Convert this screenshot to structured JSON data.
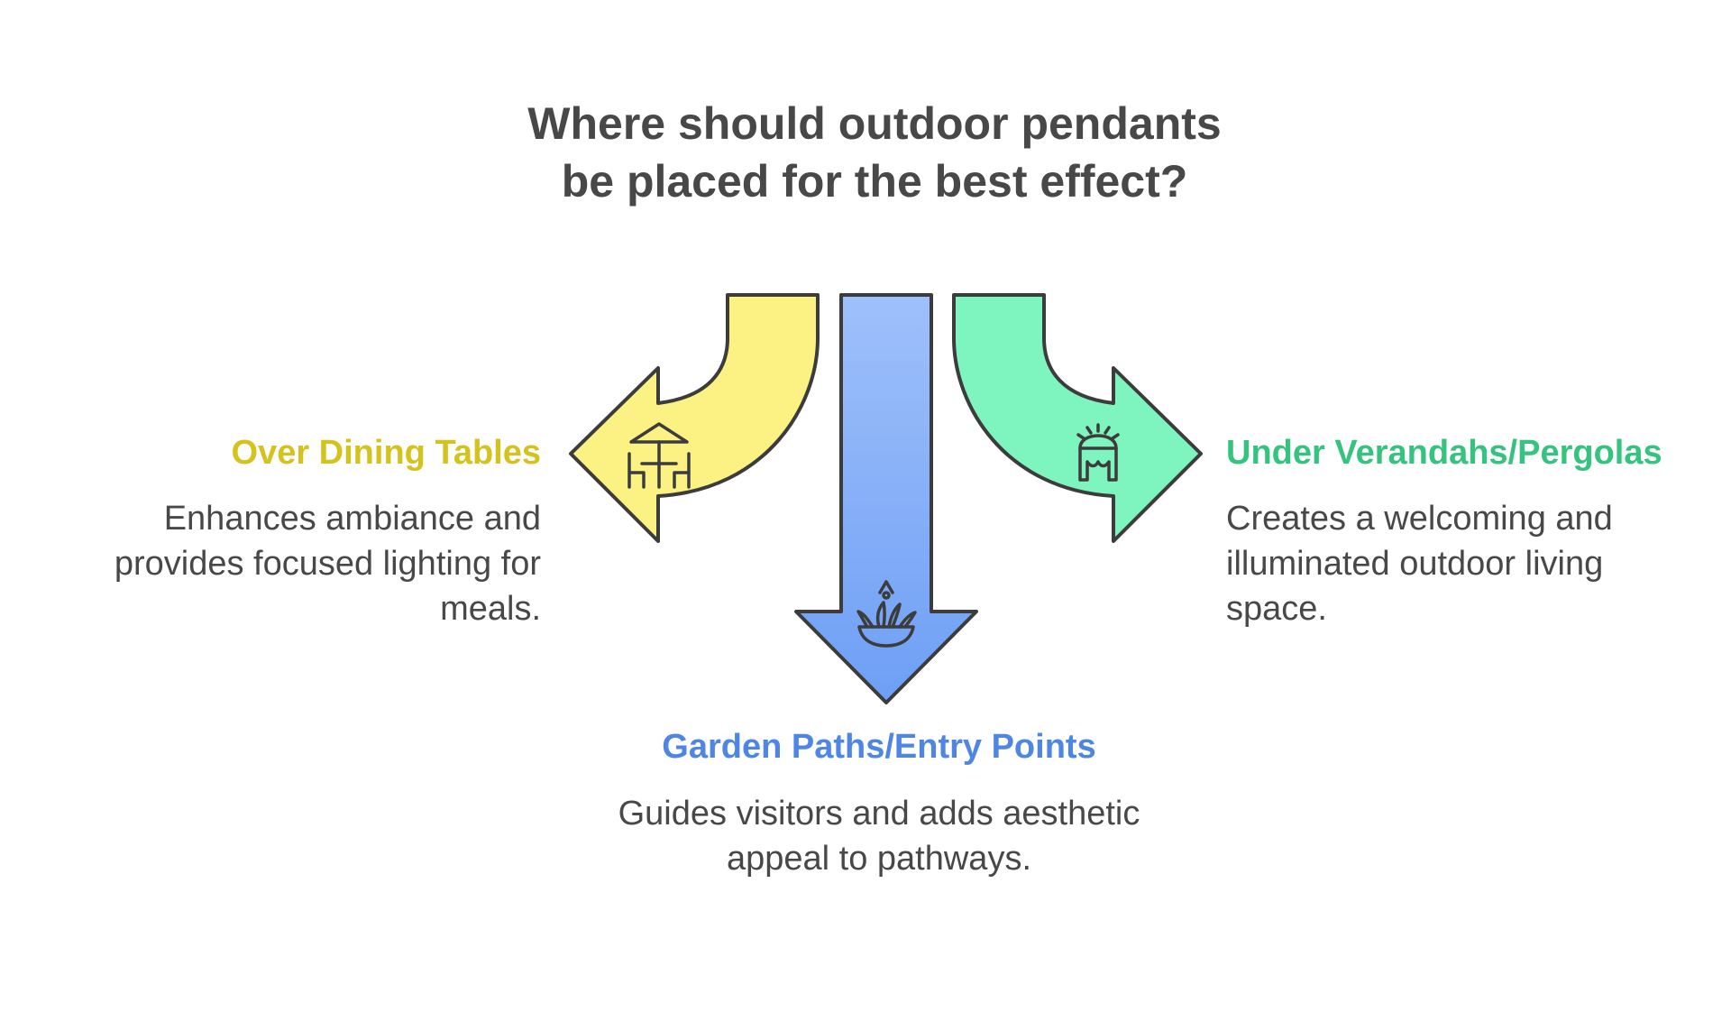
{
  "title": "Where should outdoor pendants be placed for the best effect?",
  "colors": {
    "left_fill": "#fbf283",
    "left_text": "#d4c21f",
    "center_fill": "#8ab1f7",
    "center_text": "#4f86e3",
    "right_fill": "#7ef5bf",
    "right_text": "#36c37f",
    "outline": "#3c3c3c"
  },
  "options": [
    {
      "key": "left",
      "heading": "Over Dining Tables",
      "description": "Enhances ambiance and provides focused lighting for meals.",
      "icon": "patio-table-umbrella-icon"
    },
    {
      "key": "bottom",
      "heading": "Garden Paths/Entry Points",
      "description": "Guides visitors and adds aesthetic appeal to pathways.",
      "icon": "garden-plant-lamp-icon"
    },
    {
      "key": "right",
      "heading": "Under Verandahs/Pergolas",
      "description": "Creates a welcoming and illuminated outdoor living space.",
      "icon": "pergola-light-icon"
    }
  ]
}
